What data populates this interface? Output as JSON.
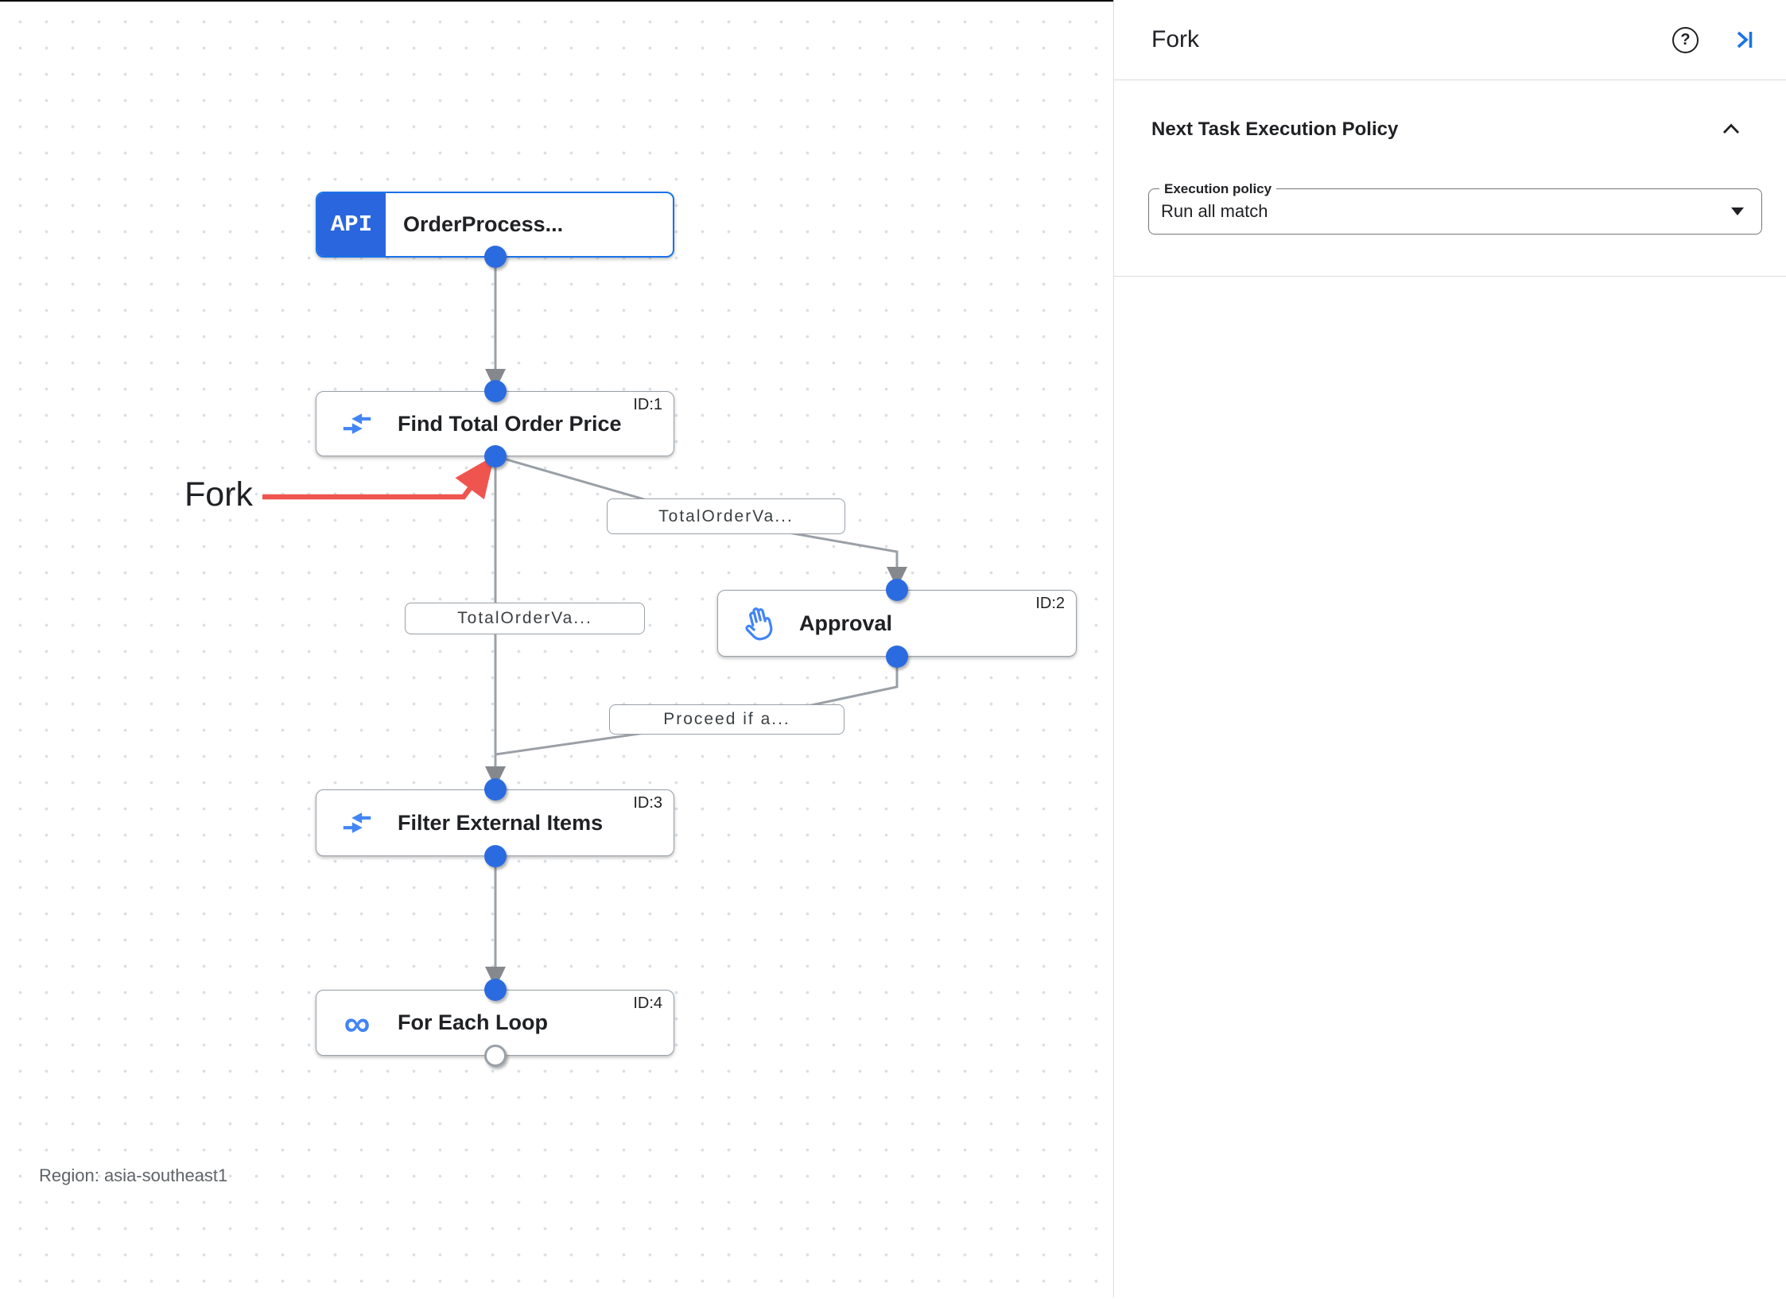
{
  "canvas": {
    "fork_annotation": "Fork",
    "region_label": "Region: asia-southeast1",
    "nodes": {
      "trigger": {
        "badge": "API",
        "title": "OrderProcess..."
      },
      "find": {
        "id": "ID:1",
        "title": "Find Total Order Price"
      },
      "approval": {
        "id": "ID:2",
        "title": "Approval"
      },
      "filter": {
        "id": "ID:3",
        "title": "Filter External Items"
      },
      "foreach": {
        "id": "ID:4",
        "title": "For Each Loop",
        "icon_glyph": "∞"
      }
    },
    "edge_labels": {
      "fork_right": "TotalOrderVa...",
      "fork_left": "TotalOrderVa...",
      "proceed": "Proceed if a..."
    }
  },
  "panel": {
    "title": "Fork",
    "help_icon_glyph": "?",
    "section_title": "Next Task Execution Policy",
    "execution_policy": {
      "label": "Execution policy",
      "value": "Run all match"
    }
  },
  "colors": {
    "accent_blue": "#1a73e8",
    "badge_blue": "#2a66dd",
    "connector_dot_blue": "#2b6be0",
    "icon_blue": "#4285f4",
    "edge_gray": "#9aa0a6",
    "arrowhead_gray": "#85898d",
    "annotation_red": "#f0544f",
    "text_primary": "#202124",
    "text_secondary": "#5f6368"
  }
}
